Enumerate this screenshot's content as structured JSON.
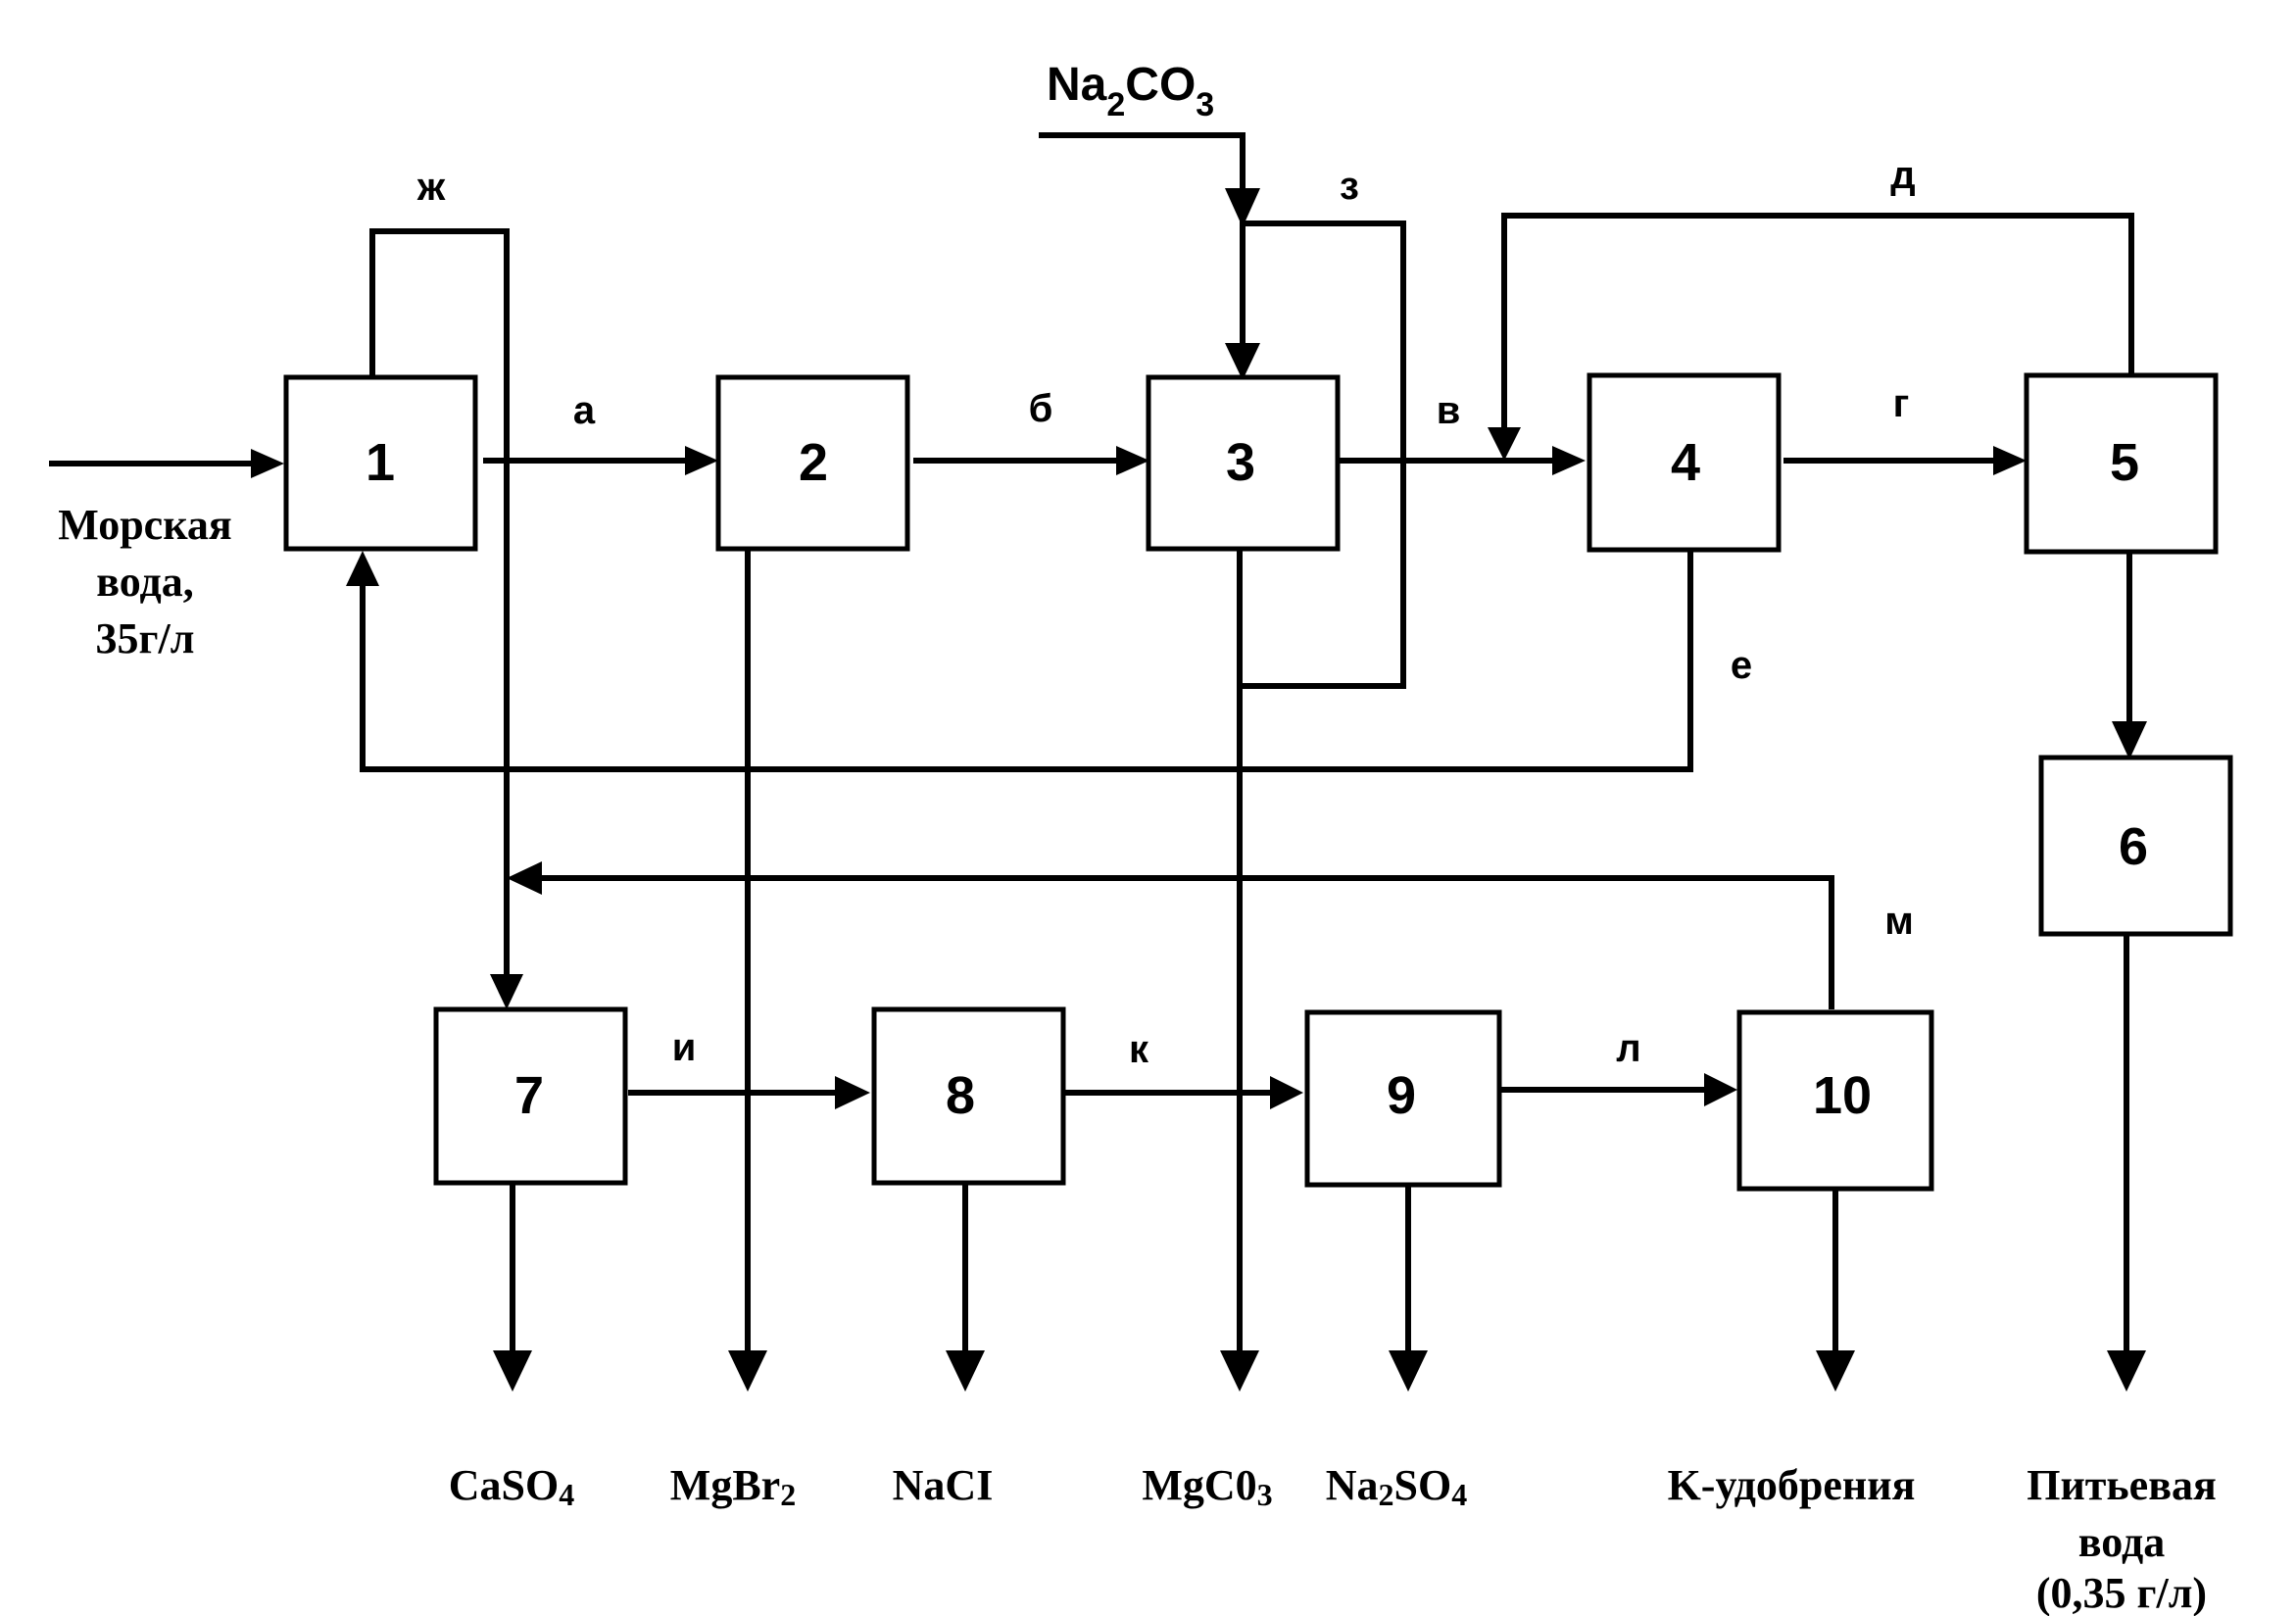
{
  "boxes": [
    "1",
    "2",
    "3",
    "4",
    "5",
    "6",
    "7",
    "8",
    "9",
    "10"
  ],
  "streams": {
    "a": "а",
    "b": "б",
    "v": "в",
    "g": "г",
    "d": "д",
    "e": "е",
    "zh": "ж",
    "z": "з",
    "i": "и",
    "k": "к",
    "l": "л",
    "m": "м"
  },
  "input": {
    "line1": "Морская",
    "line2": "вода,",
    "line3": "35г/л"
  },
  "reagent": {
    "main": "Na",
    "sub1": "2",
    "mid": "CO",
    "sub2": "3"
  },
  "products": {
    "caso4": {
      "main": "CaSO",
      "sub": "4"
    },
    "mgbr2": {
      "main": "MgBr",
      "sub": "2"
    },
    "nacl": "NaCI",
    "mgco3": {
      "main": "MgC0",
      "sub": "3"
    },
    "na2so4": {
      "a": "Na",
      "s1": "2",
      "b": "SO",
      "s2": "4"
    },
    "kfert": "K-удобрения",
    "water": {
      "line1": "Питьевая",
      "line2": "вода",
      "line3": "(0,35 г/л)"
    }
  }
}
